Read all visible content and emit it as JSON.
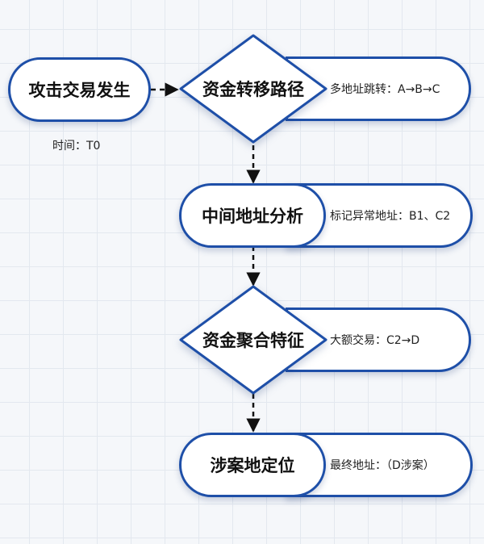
{
  "nodes": {
    "start": {
      "label": "攻击交易发生",
      "note": "时间：T0"
    },
    "step1": {
      "label": "资金转移路径",
      "detail": "多地址跳转：A→B→C"
    },
    "step2": {
      "label": "中间地址分析",
      "detail": "标记异常地址：B1、C2"
    },
    "step3": {
      "label": "资金聚合特征",
      "detail": "大额交易：C2→D"
    },
    "step4": {
      "label": "涉案地定位",
      "detail": "最终地址：（D涉案）"
    }
  },
  "colors": {
    "border": "#1e4fa8",
    "arrow": "#111111",
    "grid": "#e3e8ef",
    "background": "#f5f7fa"
  }
}
